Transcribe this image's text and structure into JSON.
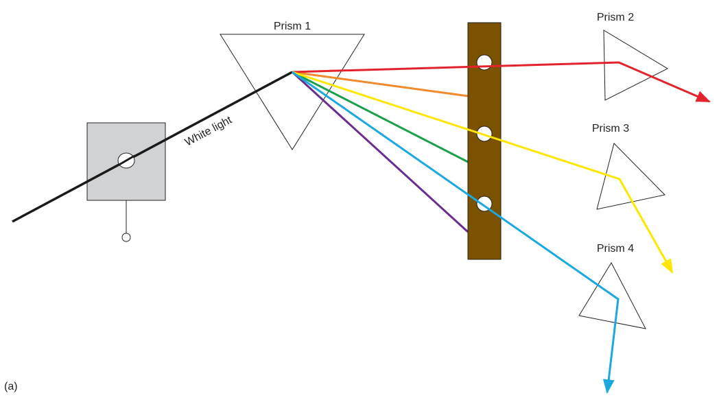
{
  "labels": {
    "prism1": "Prism 1",
    "prism2": "Prism 2",
    "prism3": "Prism 3",
    "prism4": "Prism 4",
    "white_light": "White light",
    "panel": "(a)"
  },
  "colors": {
    "white_light": "#1a1a1a",
    "red": "#e3232b",
    "orange": "#f08a2c",
    "yellow": "#ffe600",
    "green": "#1aa04a",
    "blue": "#1aa8e0",
    "violet": "#6a2c8e",
    "screen": "#7a5200",
    "source_box": "#d1d2d4"
  }
}
